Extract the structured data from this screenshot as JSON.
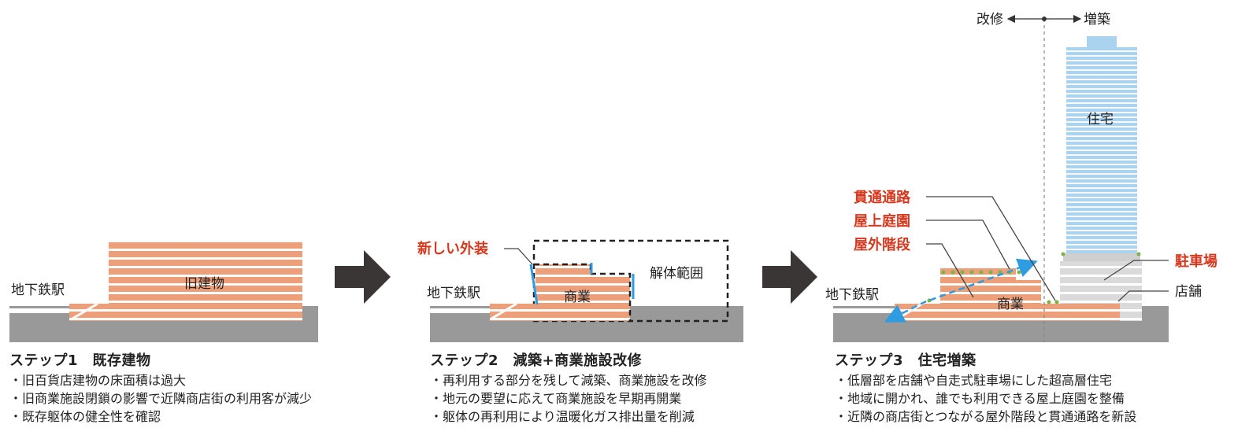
{
  "colors": {
    "brick": "#ec9f79",
    "ground": "#999999",
    "dark": "#3a3635",
    "red_label": "#d8381e",
    "blue_line": "#2f9be0",
    "tower_blue": "#a9d3ef",
    "parking_gray": "#d9d9d9",
    "green_dot": "#7db342"
  },
  "step1": {
    "station_label": "地下鉄駅",
    "building_label": "旧建物",
    "title": "ステップ1　既存建物",
    "bullets": [
      "旧百貨店建物の床面積は過大",
      "旧商業施設閉鎖の影響で近隣商店街の利用客が減少",
      "既存躯体の健全性を確認"
    ]
  },
  "step2": {
    "station_label": "地下鉄駅",
    "facade_label": "新しい外装",
    "commercial_label": "商業",
    "demolition_label": "解体範囲",
    "title": "ステップ2　減築+商業施設改修",
    "bullets": [
      "再利用する部分を残して減築、商業施設を改修",
      "地元の要望に応えて商業施設を早期再開業",
      "躯体の再利用により温暖化ガス排出量を削減"
    ]
  },
  "step3": {
    "station_label": "地下鉄駅",
    "renovation_label": "改修",
    "extension_label": "増築",
    "residential_label": "住宅",
    "passage_label": "貫通通路",
    "roof_garden_label": "屋上庭園",
    "outdoor_stairs_label": "屋外階段",
    "commercial_label": "商業",
    "parking_label": "駐車場",
    "shop_label": "店舗",
    "title": "ステップ3　住宅増築",
    "bullets": [
      "低層部を店舗や自走式駐車場にした超高層住宅",
      "地域に開かれ、誰でも利用できる屋上庭園を整備",
      "近隣の商店街とつながる屋外階段と貫通通路を新設"
    ]
  }
}
